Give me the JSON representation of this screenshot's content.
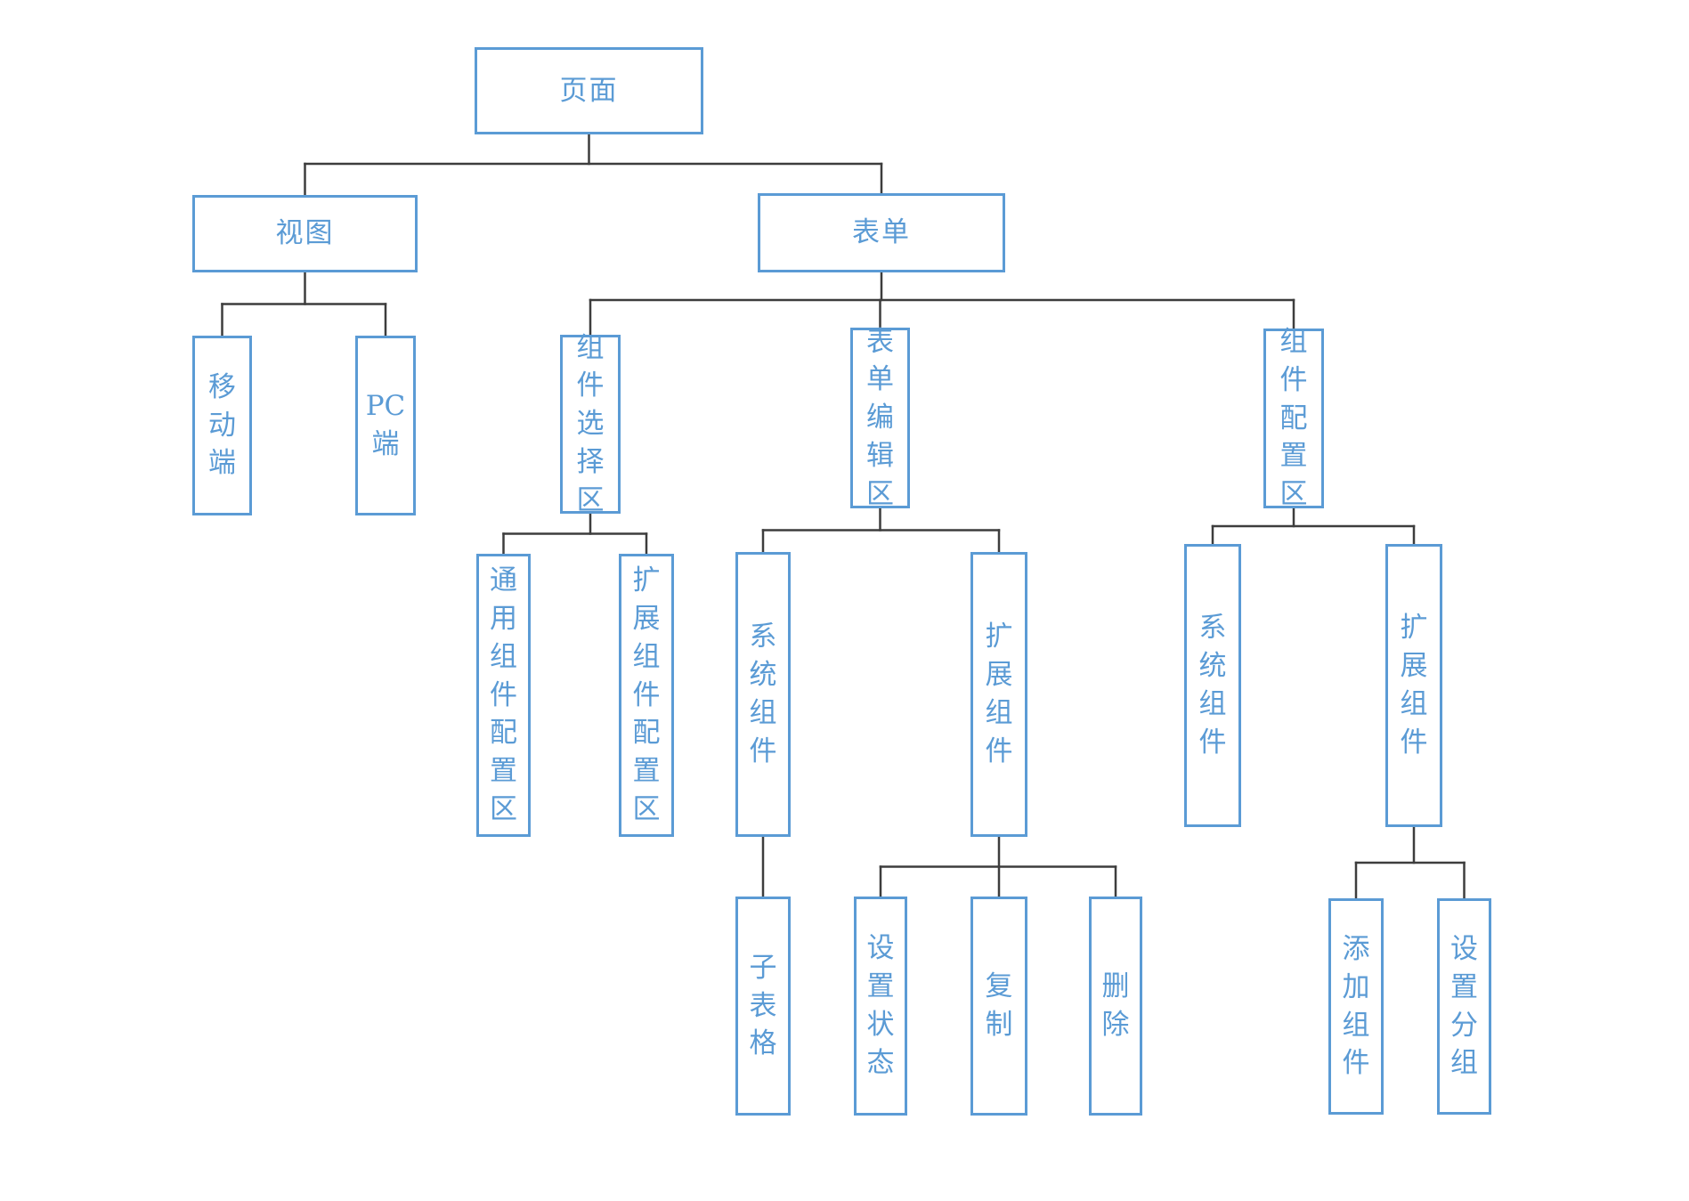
{
  "diagram": {
    "kind": "tree-flowchart",
    "background": "#ffffff",
    "colors": {
      "node_border": "#5b9bd5",
      "node_fill": "#ffffff",
      "node_text": "#5b9bd5",
      "connector": "#3d3d3d"
    },
    "nodes": [
      {
        "id": "page",
        "label": "页面",
        "children": [
          "view",
          "form"
        ]
      },
      {
        "id": "view",
        "label": "视图",
        "children": [
          "mobile",
          "pc"
        ]
      },
      {
        "id": "form",
        "label": "表单",
        "children": [
          "comp_select",
          "form_edit",
          "comp_config"
        ]
      },
      {
        "id": "mobile",
        "label": "移动端",
        "children": []
      },
      {
        "id": "pc",
        "label": "PC端",
        "children": []
      },
      {
        "id": "comp_select",
        "label": "组件选择区",
        "children": [
          "general_config",
          "ext_config"
        ]
      },
      {
        "id": "form_edit",
        "label": "表单编辑区",
        "children": [
          "sys_comp_mid",
          "ext_comp_mid"
        ]
      },
      {
        "id": "comp_config",
        "label": "组件配置区",
        "children": [
          "sys_comp_right",
          "ext_comp_right"
        ]
      },
      {
        "id": "general_config",
        "label": "通用组件配置区",
        "children": []
      },
      {
        "id": "ext_config",
        "label": "扩展组件配置区",
        "children": []
      },
      {
        "id": "sys_comp_mid",
        "label": "系统组件",
        "children": [
          "sub_table"
        ]
      },
      {
        "id": "ext_comp_mid",
        "label": "扩展组件",
        "children": [
          "set_status",
          "copy",
          "delete"
        ]
      },
      {
        "id": "sys_comp_right",
        "label": "系统组件",
        "children": []
      },
      {
        "id": "ext_comp_right",
        "label": "扩展组件",
        "children": [
          "add_comp",
          "set_group"
        ]
      },
      {
        "id": "sub_table",
        "label": "子表格",
        "children": []
      },
      {
        "id": "set_status",
        "label": "设置状态",
        "children": []
      },
      {
        "id": "copy",
        "label": "复制",
        "children": []
      },
      {
        "id": "delete",
        "label": "删除",
        "children": []
      },
      {
        "id": "add_comp",
        "label": "添加组件",
        "children": []
      },
      {
        "id": "set_group",
        "label": "设置分组",
        "children": []
      }
    ]
  }
}
